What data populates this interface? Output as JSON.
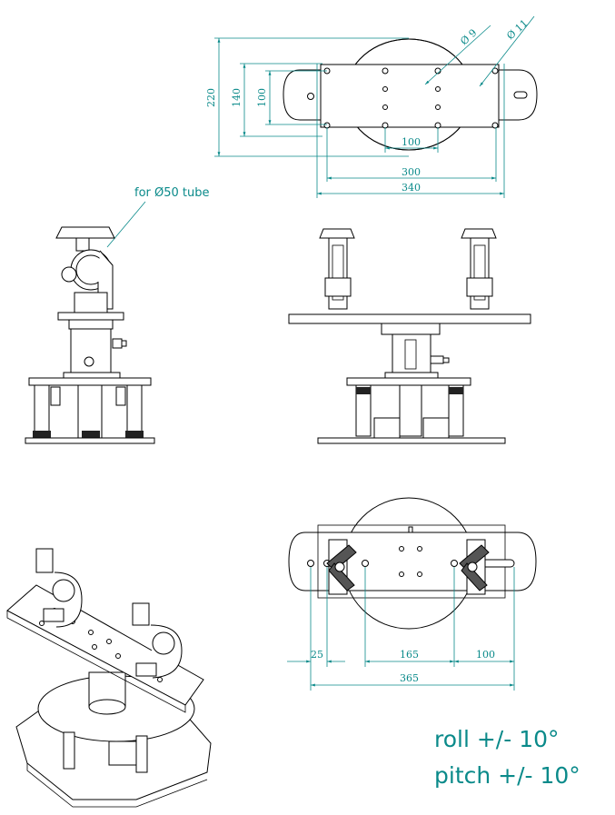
{
  "colors": {
    "dimension": "#0a8a8a",
    "outline": "#000000",
    "background": "#ffffff"
  },
  "top_view": {
    "dims": {
      "h220": "220",
      "h140": "140",
      "h100": "100",
      "w100": "100",
      "w300": "300",
      "w340": "340",
      "hole9": "Ø 9",
      "hole11": "Ø 11"
    }
  },
  "side_view": {
    "clamp_note": "for Ø50 tube"
  },
  "bottom_view": {
    "dims": {
      "d25": "25",
      "d165": "165",
      "d100": "100",
      "d365": "365"
    }
  },
  "specs": {
    "roll": "roll +/- 10°",
    "pitch": "pitch  +/- 10°"
  }
}
